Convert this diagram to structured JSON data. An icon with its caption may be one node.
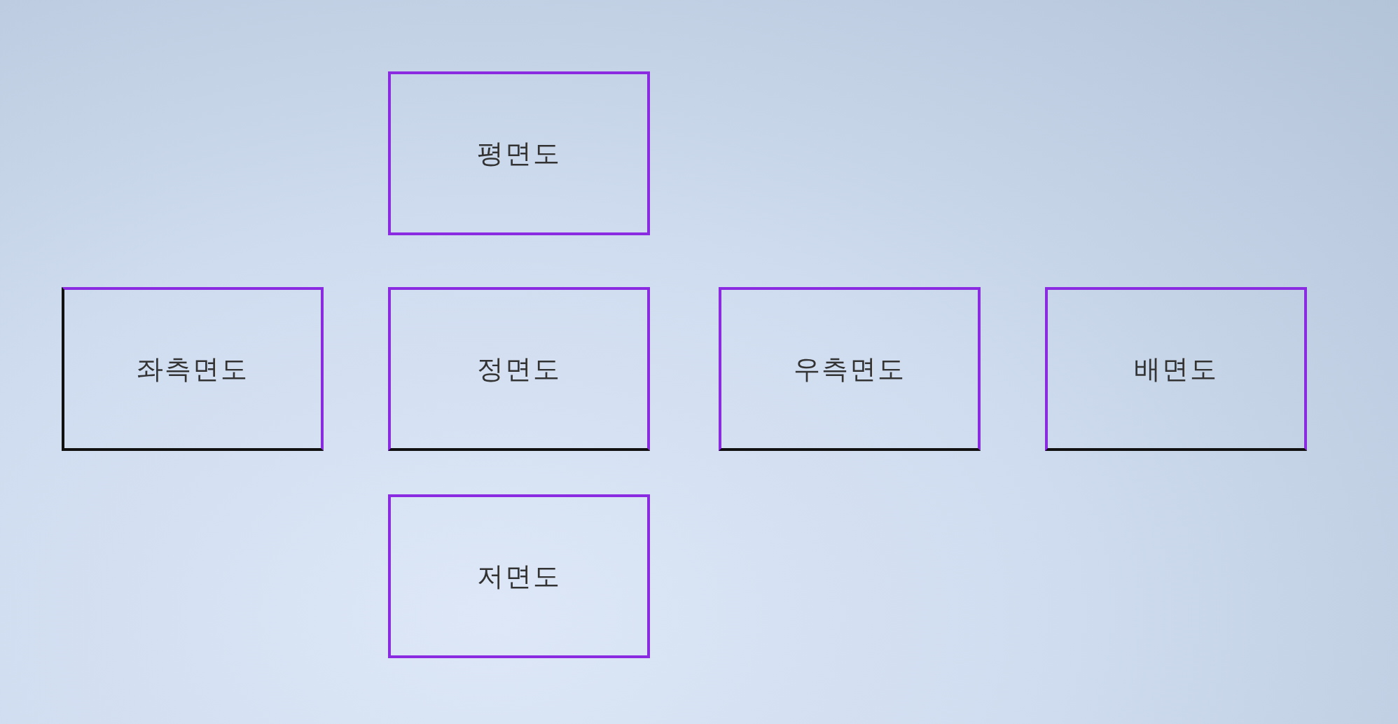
{
  "diagram": {
    "nodes": [
      {
        "text": [
          "평면도"
        ]
      },
      {
        "text": [
          "좌측면도"
        ]
      },
      {
        "text": [
          "정면도"
        ]
      },
      {
        "text": [
          "우측면도"
        ]
      },
      {
        "text": [
          "배면도"
        ]
      },
      {
        "text": [
          "저면도"
        ]
      }
    ]
  }
}
